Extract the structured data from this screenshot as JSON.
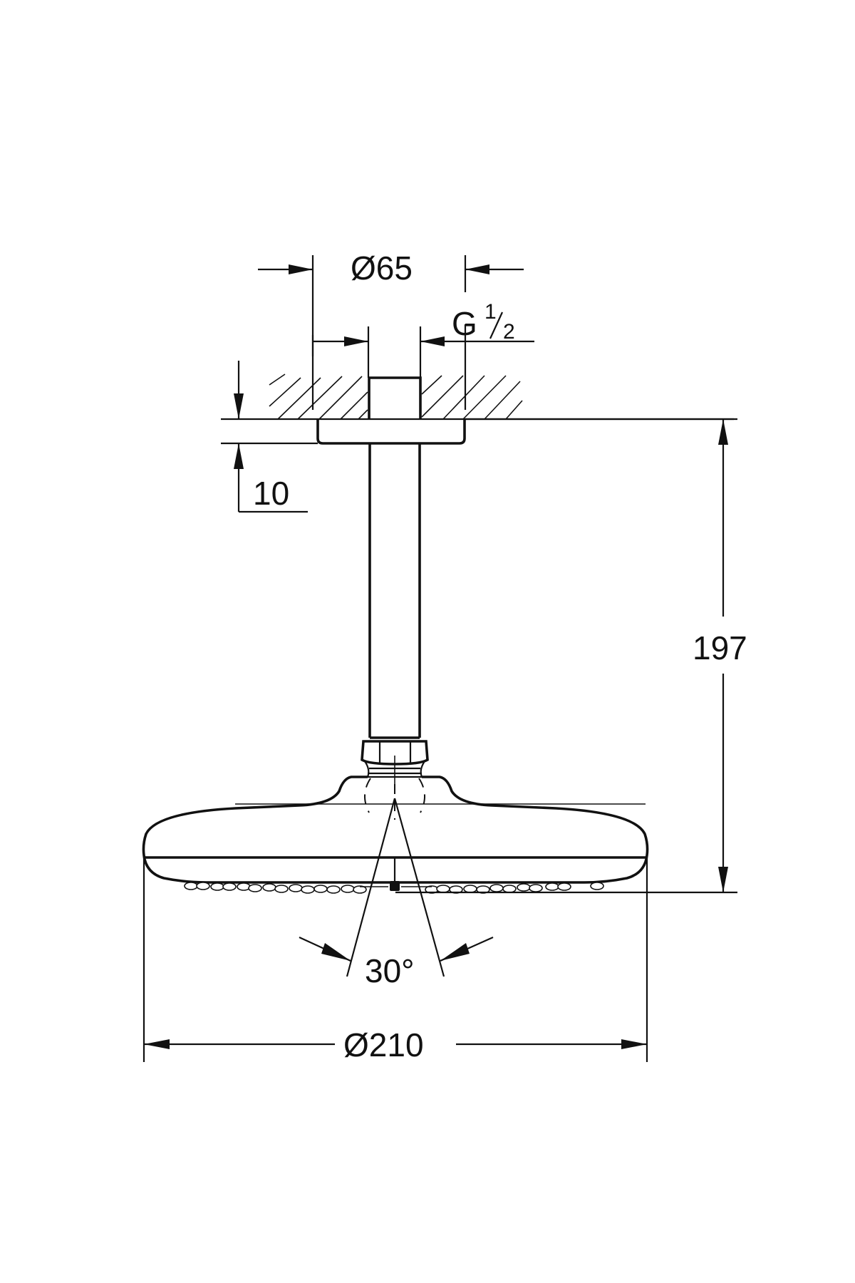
{
  "drawing": {
    "subject": "ceiling-mounted shower head with ceiling arm",
    "dimensions": {
      "flange_diameter": {
        "symbol": "Ø",
        "value": "65",
        "label": "Ø65"
      },
      "thread": {
        "main": "G",
        "sup": "1",
        "sub": "2",
        "label": "G 1/2"
      },
      "flange_thickness": {
        "value": "10",
        "label": "10"
      },
      "overall_height": {
        "value": "197",
        "label": "197"
      },
      "spray_angle": {
        "value": "30°",
        "label": "30°"
      },
      "head_diameter": {
        "symbol": "Ø",
        "value": "210",
        "label": "Ø210"
      }
    },
    "colors": {
      "line": "#111111",
      "background": "#ffffff"
    }
  }
}
